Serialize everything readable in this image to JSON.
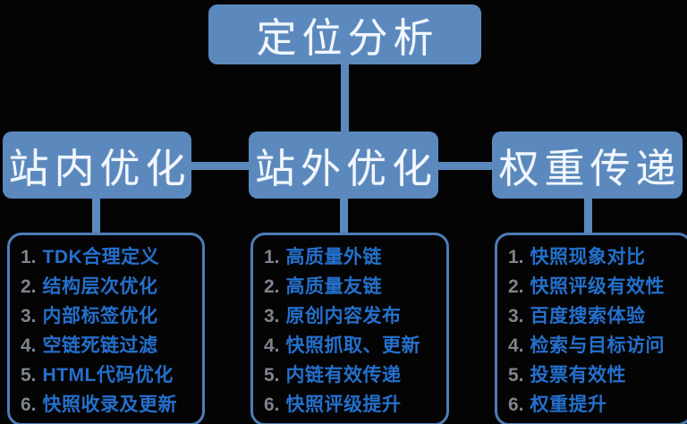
{
  "root": {
    "title": "定位分析"
  },
  "branches": [
    {
      "title": "站内优化",
      "items": [
        {
          "n": "1.",
          "t": "TDK合理定义"
        },
        {
          "n": "2.",
          "t": "结构层次优化"
        },
        {
          "n": "3.",
          "t": "内部标签优化"
        },
        {
          "n": "4.",
          "t": "空链死链过滤"
        },
        {
          "n": "5.",
          "t": "HTML代码优化"
        },
        {
          "n": "6.",
          "t": "快照收录及更新"
        }
      ]
    },
    {
      "title": "站外优化",
      "items": [
        {
          "n": "1.",
          "t": "高质量外链"
        },
        {
          "n": "2.",
          "t": "高质量友链"
        },
        {
          "n": "3.",
          "t": "原创内容发布"
        },
        {
          "n": "4.",
          "t": "快照抓取、更新"
        },
        {
          "n": "5.",
          "t": "内链有效传递"
        },
        {
          "n": "6.",
          "t": "快照评级提升"
        }
      ]
    },
    {
      "title": "权重传递",
      "items": [
        {
          "n": "1.",
          "t": "快照现象对比"
        },
        {
          "n": "2.",
          "t": "快照评级有效性"
        },
        {
          "n": "3.",
          "t": "百度搜索体验"
        },
        {
          "n": "4.",
          "t": "检索与目标访问"
        },
        {
          "n": "5.",
          "t": "投票有效性"
        },
        {
          "n": "6.",
          "t": "权重提升"
        }
      ]
    }
  ],
  "colors": {
    "background": "#040404",
    "node_fill": "#5b89bd",
    "connector": "#5b89bd",
    "list_border": "#4d7db8",
    "item_text": "#2470cc",
    "item_number": "#7e848d",
    "node_text": "#f2f7ff"
  }
}
